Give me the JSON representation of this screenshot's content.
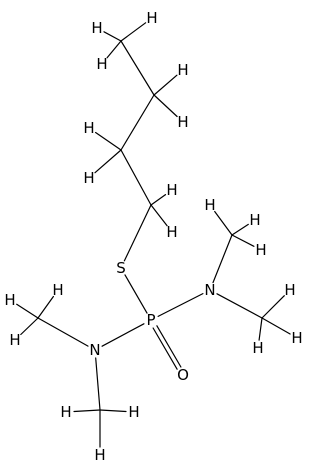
{
  "molecule": {
    "atoms": [
      {
        "id": "P",
        "symbol": "P"
      },
      {
        "id": "S",
        "symbol": "S"
      },
      {
        "id": "O",
        "symbol": "O"
      },
      {
        "id": "N1",
        "symbol": "N"
      },
      {
        "id": "N2",
        "symbol": "N"
      },
      {
        "id": "H1",
        "symbol": "H"
      },
      {
        "id": "H2",
        "symbol": "H"
      },
      {
        "id": "H3",
        "symbol": "H"
      },
      {
        "id": "H4",
        "symbol": "H"
      },
      {
        "id": "H5",
        "symbol": "H"
      },
      {
        "id": "H6",
        "symbol": "H"
      },
      {
        "id": "H7",
        "symbol": "H"
      },
      {
        "id": "H8",
        "symbol": "H"
      },
      {
        "id": "H9",
        "symbol": "H"
      },
      {
        "id": "H10",
        "symbol": "H"
      },
      {
        "id": "H11",
        "symbol": "H"
      },
      {
        "id": "H12",
        "symbol": "H"
      },
      {
        "id": "H13",
        "symbol": "H"
      },
      {
        "id": "H14",
        "symbol": "H"
      },
      {
        "id": "H15",
        "symbol": "H"
      },
      {
        "id": "H16",
        "symbol": "H"
      },
      {
        "id": "H17",
        "symbol": "H"
      },
      {
        "id": "H18",
        "symbol": "H"
      },
      {
        "id": "H19",
        "symbol": "H"
      },
      {
        "id": "H20",
        "symbol": "H"
      },
      {
        "id": "H21",
        "symbol": "H"
      }
    ],
    "bonds": [
      {
        "a": "C1",
        "b": "C2",
        "order": 1
      },
      {
        "a": "C2",
        "b": "C3",
        "order": 1
      },
      {
        "a": "C3",
        "b": "C4",
        "order": 1
      },
      {
        "a": "C4",
        "b": "S",
        "order": 1
      },
      {
        "a": "S",
        "b": "P",
        "order": 1
      },
      {
        "a": "P",
        "b": "O",
        "order": 2
      },
      {
        "a": "P",
        "b": "N1",
        "order": 1
      },
      {
        "a": "P",
        "b": "N2",
        "order": 1
      },
      {
        "a": "N1",
        "b": "C5",
        "order": 1
      },
      {
        "a": "N1",
        "b": "C6",
        "order": 1
      },
      {
        "a": "N2",
        "b": "C7",
        "order": 1
      },
      {
        "a": "N2",
        "b": "C8",
        "order": 1
      },
      {
        "a": "C1",
        "b": "H1",
        "order": 1
      },
      {
        "a": "C1",
        "b": "H2",
        "order": 1
      },
      {
        "a": "C1",
        "b": "H3",
        "order": 1
      },
      {
        "a": "C2",
        "b": "H4",
        "order": 1
      },
      {
        "a": "C2",
        "b": "H5",
        "order": 1
      },
      {
        "a": "C3",
        "b": "H6",
        "order": 1
      },
      {
        "a": "C3",
        "b": "H7",
        "order": 1
      },
      {
        "a": "C4",
        "b": "H8",
        "order": 1
      },
      {
        "a": "C4",
        "b": "H9",
        "order": 1
      },
      {
        "a": "C5",
        "b": "H10",
        "order": 1
      },
      {
        "a": "C5",
        "b": "H11",
        "order": 1
      },
      {
        "a": "C5",
        "b": "H12",
        "order": 1
      },
      {
        "a": "C6",
        "b": "H13",
        "order": 1
      },
      {
        "a": "C6",
        "b": "H14",
        "order": 1
      },
      {
        "a": "C6",
        "b": "H15",
        "order": 1
      },
      {
        "a": "C7",
        "b": "H16",
        "order": 1
      },
      {
        "a": "C7",
        "b": "H17",
        "order": 1
      },
      {
        "a": "C7",
        "b": "H18",
        "order": 1
      },
      {
        "a": "C8",
        "b": "H19",
        "order": 1
      },
      {
        "a": "C8",
        "b": "H20",
        "order": 1
      },
      {
        "a": "C8",
        "b": "H21",
        "order": 1
      }
    ]
  },
  "colors": {
    "bond": "#000000",
    "text": "#000000",
    "background": "#ffffff"
  }
}
